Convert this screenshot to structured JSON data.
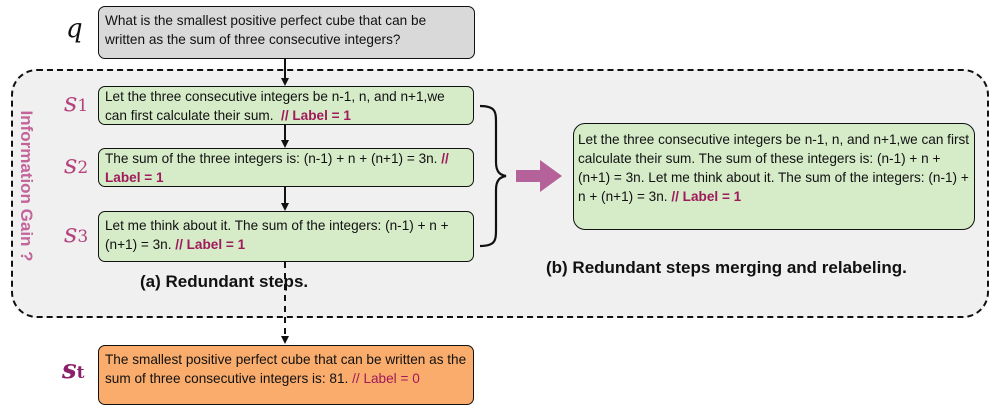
{
  "question": {
    "symbol": "q",
    "text": "What is the smallest positive perfect cube that can be written as the sum of three consecutive integers?"
  },
  "steps": [
    {
      "symbol": "s",
      "sub": "1",
      "text": "Let the three consecutive integers be n-1, n, and n+1,we can first calculate their sum.",
      "label": "// Label = 1"
    },
    {
      "symbol": "s",
      "sub": "2",
      "text": "The sum of the three integers is: (n-1) + n + (n+1) = 3n.",
      "label": "// Label = 1"
    },
    {
      "symbol": "s",
      "sub": "3",
      "text": "Let me think about it. The sum of the integers: (n-1) + n + (n+1) = 3n.",
      "label": "// Label = 1"
    }
  ],
  "merged": {
    "text": "Let the three consecutive integers be n-1, n, and n+1,we can first calculate their sum. The sum of these integers is: (n-1) + n + (n+1) = 3n. Let me think about it. The sum of the integers: (n-1) + n + (n+1) = 3n.",
    "label": "// Label = 1"
  },
  "final_step": {
    "symbol": "s",
    "sub": "t",
    "text": "The smallest positive perfect cube that can be written as the sum of three consecutive integers is: 81.",
    "label_slashes": "//",
    "label": "Label = 0"
  },
  "side_label": "Information Gain ?",
  "captions": {
    "a": "(a) Redundant steps.",
    "b": "(b) Redundant steps merging and relabeling."
  },
  "colors": {
    "question_fill": "#d9d9d9",
    "step_fill": "#d6ecc9",
    "final_fill": "#f9ac6c",
    "label": "#a0195a",
    "arrow_merge": "#b5619a",
    "side_label": "#c3649a"
  }
}
